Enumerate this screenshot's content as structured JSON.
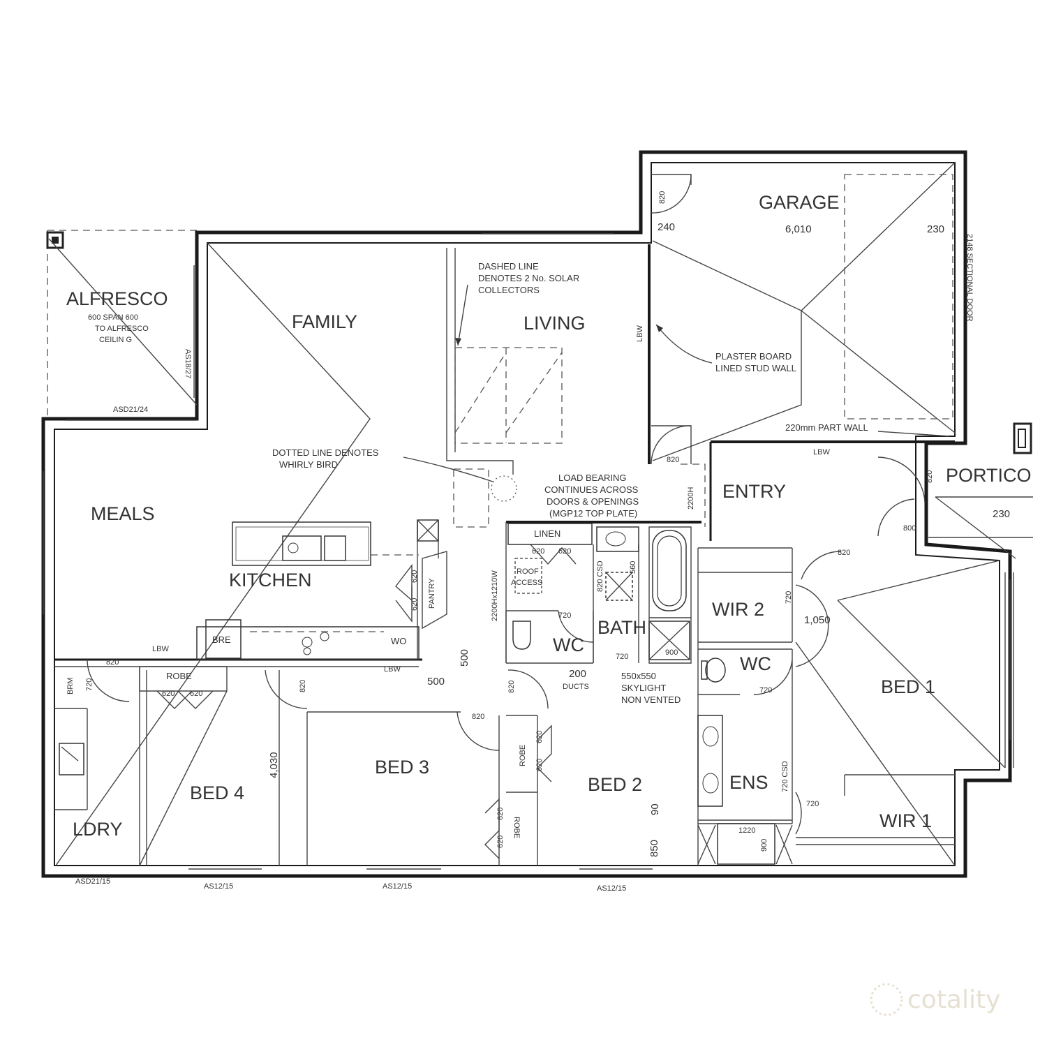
{
  "rooms": {
    "alfresco": "ALFRESCO",
    "family": "FAMILY",
    "living": "LIVING",
    "garage": "GARAGE",
    "meals": "MEALS",
    "kitchen": "KITCHEN",
    "entry": "ENTRY",
    "portico": "PORTICO",
    "wir2": "WIR 2",
    "bed1": "BED 1",
    "bath": "BATH",
    "wc_bath": "WC",
    "wc_ens": "WC",
    "ens": "ENS",
    "wir1": "WIR 1",
    "bed2": "BED 2",
    "bed3": "BED 3",
    "bed4": "BED 4",
    "ldry": "LDRY",
    "linen": "LINEN",
    "pantry": "PANTRY",
    "robe_bed4": "ROBE",
    "robe_bed2a": "ROBE",
    "robe_bed2b": "ROBE",
    "bre": "BRE",
    "wo": "WO",
    "brm": "BRM"
  },
  "notes": {
    "alfresco_l1": "600 SPAN 600",
    "alfresco_l2": "TO ALFRESCO",
    "alfresco_l3": "CEILIN G",
    "solar_l1": "DASHED LINE",
    "solar_l2": "DENOTES 2 No. SOLAR",
    "solar_l3": "COLLECTORS",
    "whirly_l1": "DOTTED LINE DENOTES",
    "whirly_l2": "WHIRLY BIRD",
    "load_l1": "LOAD BEARING",
    "load_l2": "CONTINUES ACROSS",
    "load_l3": "DOORS & OPENINGS",
    "load_l4": "(MGP12 TOP PLATE)",
    "plaster_l1": "PLASTER BOARD",
    "plaster_l2": "LINED STUD WALL",
    "partwall": "220mm PART WALL",
    "skylight_l1": "550x550",
    "skylight_l2": "SKYLIGHT",
    "skylight_l3": "NON VENTED",
    "roof_l1": "ROOF",
    "roof_l2": "ACCESS",
    "ducts": "DUCTS",
    "sectional": "2148 SECTIONAL DOOR",
    "door_2200a": "2200Hx1210W",
    "door_2200b": "2200H"
  },
  "dims": {
    "garage_w": "6,010",
    "g240": "240",
    "g230": "230",
    "g820a": "820",
    "g820b": "820",
    "portico_230": "230",
    "d820_entry": "820",
    "d800": "800",
    "d820_bed1": "820",
    "d720_wir2": "720",
    "d1050": "1,050",
    "d720_ens": "720",
    "d720_wir1": "720",
    "d720csd": "720 CSD",
    "d1220": "1220",
    "d900_shower": "900",
    "d820csd": "820 CSD",
    "d720_wc": "720",
    "d720_bath": "720",
    "d900_bath": "900",
    "d560": "560",
    "d200": "200",
    "d820_hall": "820",
    "d820_bed3": "820",
    "d820_bed2": "820",
    "d500a": "500",
    "d500b": "500",
    "d4030": "4,030",
    "d850": "850",
    "d90": "90",
    "d820_ldry": "820",
    "d720_ldry": "720",
    "d620_pantry": "620",
    "d620_pantry2": "620",
    "d620_linen1": "620",
    "d620_linen2": "620",
    "d620_robe4a": "620",
    "d620_robe4b": "620",
    "d620_robe2a": "620",
    "d620_robe2b": "620",
    "d620_robe2c": "620",
    "d620_robe2d": "620",
    "lbw1": "LBW",
    "lbw2": "LBW",
    "lbw3": "LBW",
    "lbw4": "LBW",
    "as1827": "AS18/27",
    "asd2124": "ASD21/24",
    "asd2115": "ASD21/15",
    "as1215a": "AS12/15",
    "as1215b": "AS12/15",
    "as1215c": "AS12/15"
  },
  "watermark": "cotality"
}
